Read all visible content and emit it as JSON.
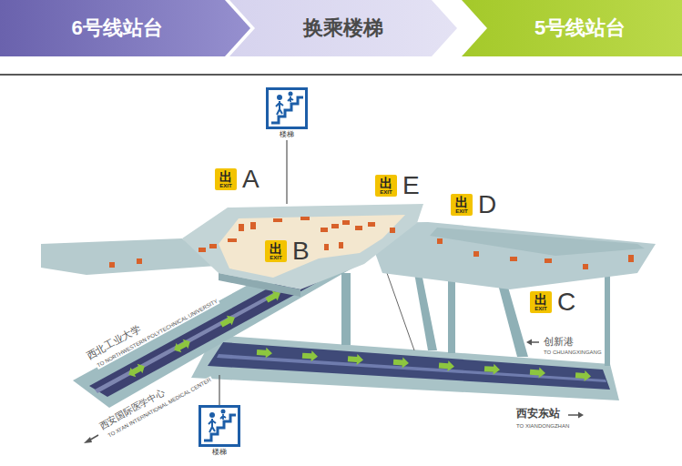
{
  "diagram": {
    "nodes": [
      {
        "text": [
          "6号线站台"
        ]
      },
      {
        "text": [
          "换乘楼梯"
        ]
      },
      {
        "text": [
          "5号线站台"
        ]
      },
      {
        "text": [
          "楼梯"
        ]
      },
      {
        "text": [
          "出",
          "EXIT",
          "A"
        ]
      },
      {
        "text": [
          "出",
          "EXIT",
          "E"
        ]
      },
      {
        "text": [
          "出",
          "EXIT",
          "D"
        ]
      },
      {
        "text": [
          "出",
          "EXIT",
          "B"
        ]
      },
      {
        "text": [
          "出",
          "EXIT",
          "C"
        ]
      },
      {
        "text": [
          "楼梯"
        ]
      }
    ],
    "labels": [
      "西北工业大学",
      "TO NORTHWESTERN POLYTECHNICAL UNIVERSITY",
      "西安国际医学中心",
      "TO XI'AN INTERNATIONAL MEDICAL CENTER",
      "创新港",
      "TO CHUANGXINGANG",
      "西安东站",
      "TO XIANDONGZHAN"
    ]
  }
}
